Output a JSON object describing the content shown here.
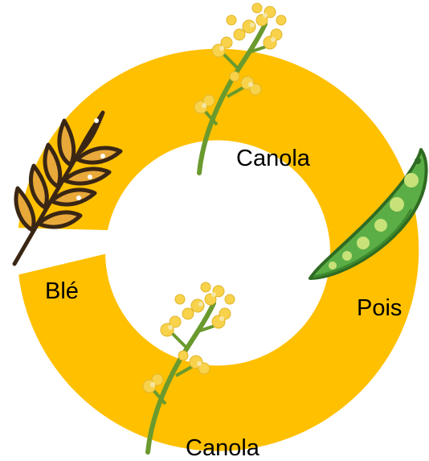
{
  "colors": {
    "ring": "#FFC000",
    "background": "#FFFFFF",
    "canola_flower": "#F8D24A",
    "canola_stem": "#6A9A2E",
    "wheat_grain": "#E8A93A",
    "wheat_outline": "#3A2614",
    "pea_pod": "#5BAE45",
    "pea_seed": "#C8E27A"
  },
  "cycle": {
    "stages": [
      {
        "label": "Canola",
        "icon": "canola-flower-icon"
      },
      {
        "label": "Pois",
        "icon": "pea-pod-icon"
      },
      {
        "label": "Canola",
        "icon": "canola-flower-icon"
      },
      {
        "label": "Blé",
        "icon": "wheat-icon"
      }
    ]
  }
}
